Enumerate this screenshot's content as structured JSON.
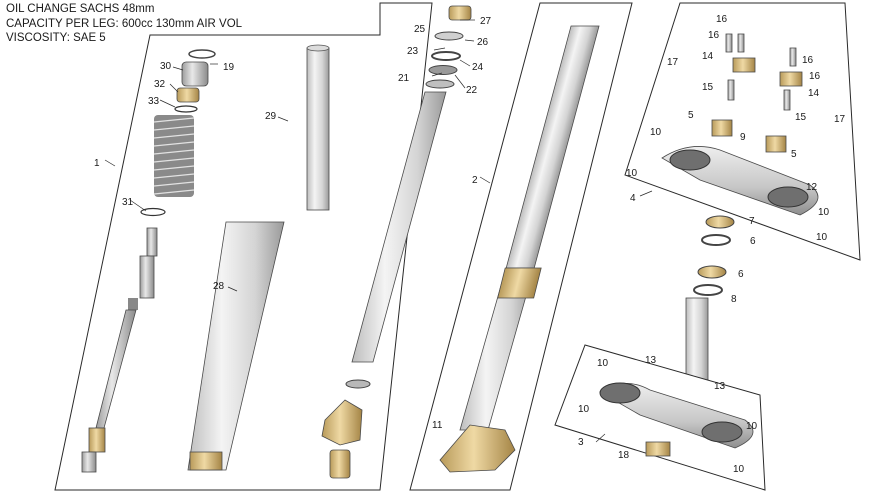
{
  "header": {
    "line1": "OIL CHANGE SACHS 48mm",
    "line2": "CAPACITY PER LEG: 600cc 130mm AIR VOL",
    "line3": "VISCOSITY: SAE 5"
  },
  "callouts": {
    "n1": "1",
    "n2": "2",
    "n3": "3",
    "n4": "4",
    "n5a": "5",
    "n5b": "5",
    "n6a": "6",
    "n6b": "6",
    "n7": "7",
    "n8": "8",
    "n9": "9",
    "n10a": "10",
    "n10b": "10",
    "n10c": "10",
    "n10d": "10",
    "n10e": "10",
    "n10f": "10",
    "n10g": "10",
    "n10h": "10",
    "n11": "11",
    "n12": "12",
    "n13a": "13",
    "n13b": "13",
    "n14a": "14",
    "n14b": "14",
    "n15a": "15",
    "n15b": "15",
    "n16a": "16",
    "n16b": "16",
    "n16c": "16",
    "n16d": "16",
    "n17a": "17",
    "n17b": "17",
    "n18": "18",
    "n19": "19",
    "n21": "21",
    "n22": "22",
    "n23": "23",
    "n24": "24",
    "n25": "25",
    "n26": "26",
    "n27": "27",
    "n28": "28",
    "n29": "29",
    "n30": "30",
    "n31": "31",
    "n32": "32",
    "n33": "33"
  }
}
